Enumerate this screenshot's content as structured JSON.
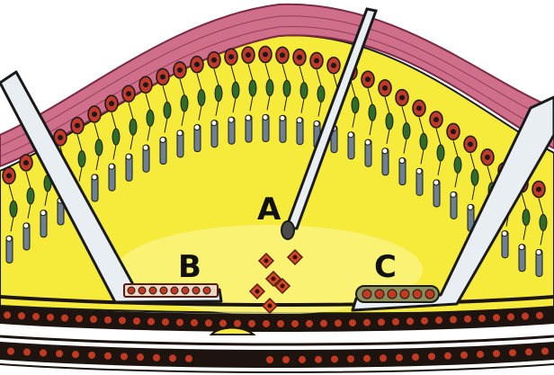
{
  "labels": {
    "a": "A",
    "b": "B",
    "c": "C"
  },
  "colors": {
    "vitreous": "#f6ea3a",
    "vitreous_light": "#fbf58c",
    "sclera": "#cf6f8a",
    "sclera_line": "#7a2a45",
    "choroid": "#1d1410",
    "rpe_cell": "#c23a22",
    "cell_red": "#c0392b",
    "cell_green": "#2f6b2a",
    "photoreceptor": "#6c7f93",
    "needle": "#e8eef2",
    "needle_outline": "#1a1a1a"
  },
  "icons": [
    "needle-icon",
    "retinal-layer-icon",
    "cell-cluster-icon",
    "bleb-icon"
  ]
}
